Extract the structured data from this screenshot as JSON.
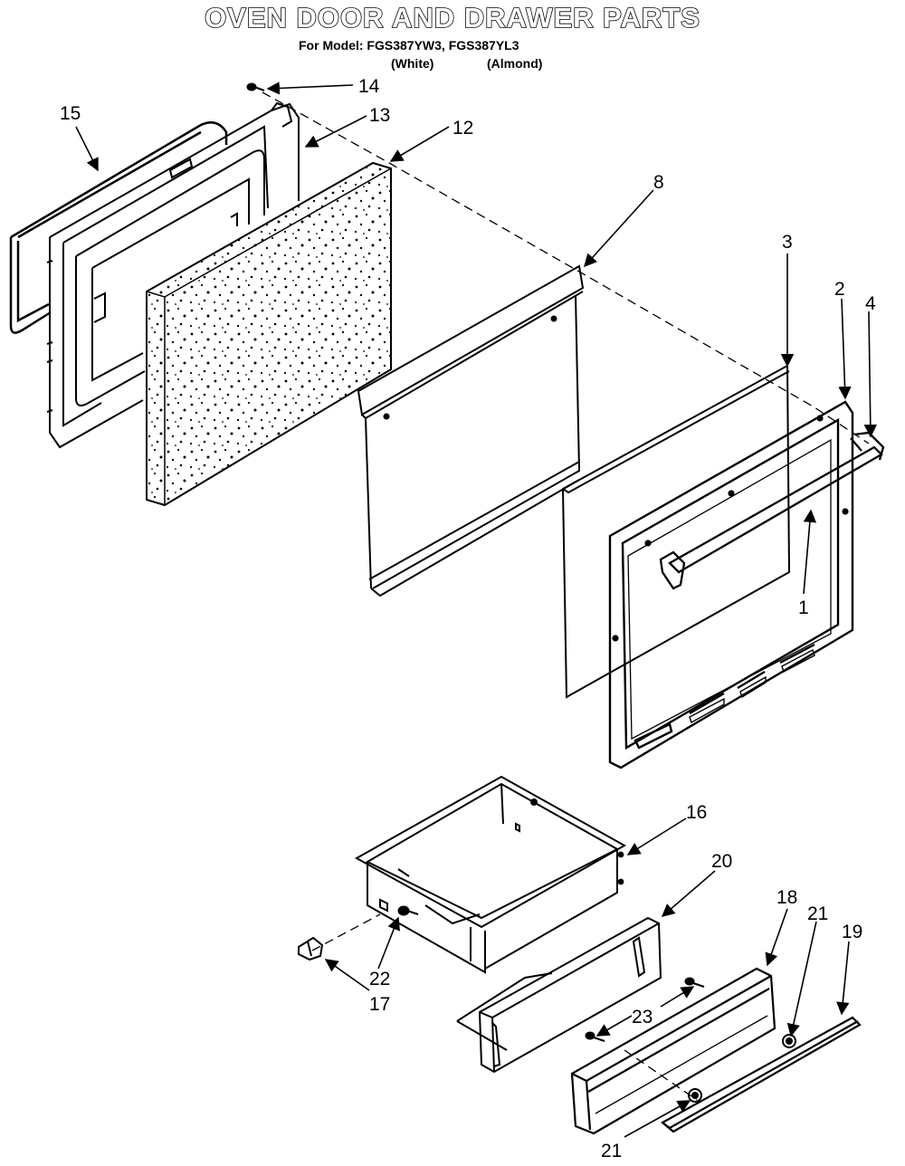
{
  "header": {
    "title": "OVEN DOOR AND DRAWER PARTS",
    "model_line": "For Model: FGS387YW3, FGS387YL3",
    "variant_white": "(White)",
    "variant_almond": "(Almond)"
  },
  "callouts": {
    "c1": "1",
    "c2": "2",
    "c3": "3",
    "c4": "4",
    "c8": "8",
    "c12": "12",
    "c13": "13",
    "c14": "14",
    "c15": "15",
    "c16": "16",
    "c17": "17",
    "c18": "18",
    "c19": "19",
    "c20": "20",
    "c21a": "21",
    "c21b": "21",
    "c22": "22",
    "c23": "23"
  }
}
